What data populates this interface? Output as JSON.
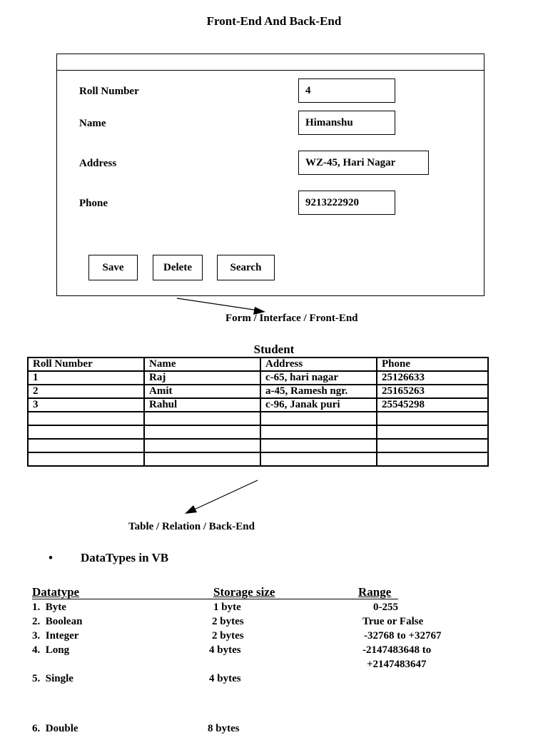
{
  "page_title": "Front-End And Back-End",
  "form": {
    "fields": [
      {
        "label": "Roll Number",
        "value": "4"
      },
      {
        "label": "Name",
        "value": "Himanshu"
      },
      {
        "label": "Address",
        "value": "WZ-45, Hari Nagar"
      },
      {
        "label": "Phone",
        "value": "9213222920"
      }
    ],
    "buttons": {
      "save": "Save",
      "delete": "Delete",
      "search": "Search"
    },
    "caption": "Form / Interface / Front-End"
  },
  "student_table": {
    "title": "Student",
    "headers": [
      "Roll Number",
      "Name",
      "Address",
      "Phone"
    ],
    "rows": [
      [
        "1",
        "Raj",
        "c-65, hari nagar",
        "25126633"
      ],
      [
        "2",
        "Amit",
        "a-45, Ramesh ngr.",
        "25165263"
      ],
      [
        "3",
        "Rahul",
        "c-96, Janak puri",
        "25545298"
      ],
      [
        "",
        "",
        "",
        ""
      ],
      [
        "",
        "",
        "",
        ""
      ],
      [
        "",
        "",
        "",
        ""
      ],
      [
        "",
        "",
        "",
        ""
      ]
    ],
    "caption": "Table / Relation / Back-End"
  },
  "datatypes": {
    "bullet": "•",
    "heading": "DataTypes in VB",
    "headers": {
      "datatype": "Datatype",
      "storage": "Storage size",
      "range": "Range"
    },
    "rows": [
      {
        "name": "1.  Byte",
        "size": "1 byte",
        "range": "0-255"
      },
      {
        "name": "2.  Boolean",
        "size": "2 bytes",
        "range": "True or False"
      },
      {
        "name": "3.  Integer",
        "size": "2 bytes",
        "range": "-32768 to +32767"
      },
      {
        "name": "4.  Long",
        "size": "4 bytes",
        "range": "-2147483648 to",
        "range2": "+2147483647"
      },
      {
        "name": "5.  Single",
        "size": "4 bytes",
        "range": ""
      },
      {
        "name": "6.  Double",
        "size": "8 bytes",
        "range": ""
      }
    ]
  }
}
